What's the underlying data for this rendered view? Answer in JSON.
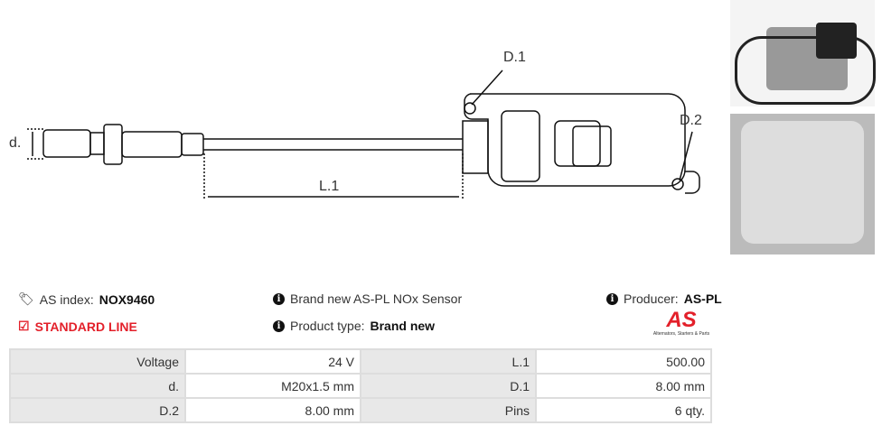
{
  "diagram": {
    "labels": {
      "d": "d.",
      "l1": "L.1",
      "d1": "D.1",
      "d2": "D.2"
    }
  },
  "info": {
    "as_index_label": "AS index:",
    "as_index_value": "NOX9460",
    "line": "STANDARD LINE",
    "description": "Brand new AS-PL NOx Sensor",
    "product_type_label": "Product type:",
    "product_type_value": "Brand new",
    "producer_label": "Producer:",
    "producer_value": "AS-PL"
  },
  "logo": {
    "text": "AS",
    "tagline": "Alternators, Starters & Parts"
  },
  "colors": {
    "accent": "#e3202a"
  },
  "specs": [
    [
      {
        "k": "Voltage",
        "v": "24 V"
      },
      {
        "k": "L.1",
        "v": "500.00"
      }
    ],
    [
      {
        "k": "d.",
        "v": "M20x1.5 mm"
      },
      {
        "k": "D.1",
        "v": "8.00 mm"
      }
    ],
    [
      {
        "k": "D.2",
        "v": "8.00 mm"
      },
      {
        "k": "Pins",
        "v": "6 qty."
      }
    ]
  ]
}
